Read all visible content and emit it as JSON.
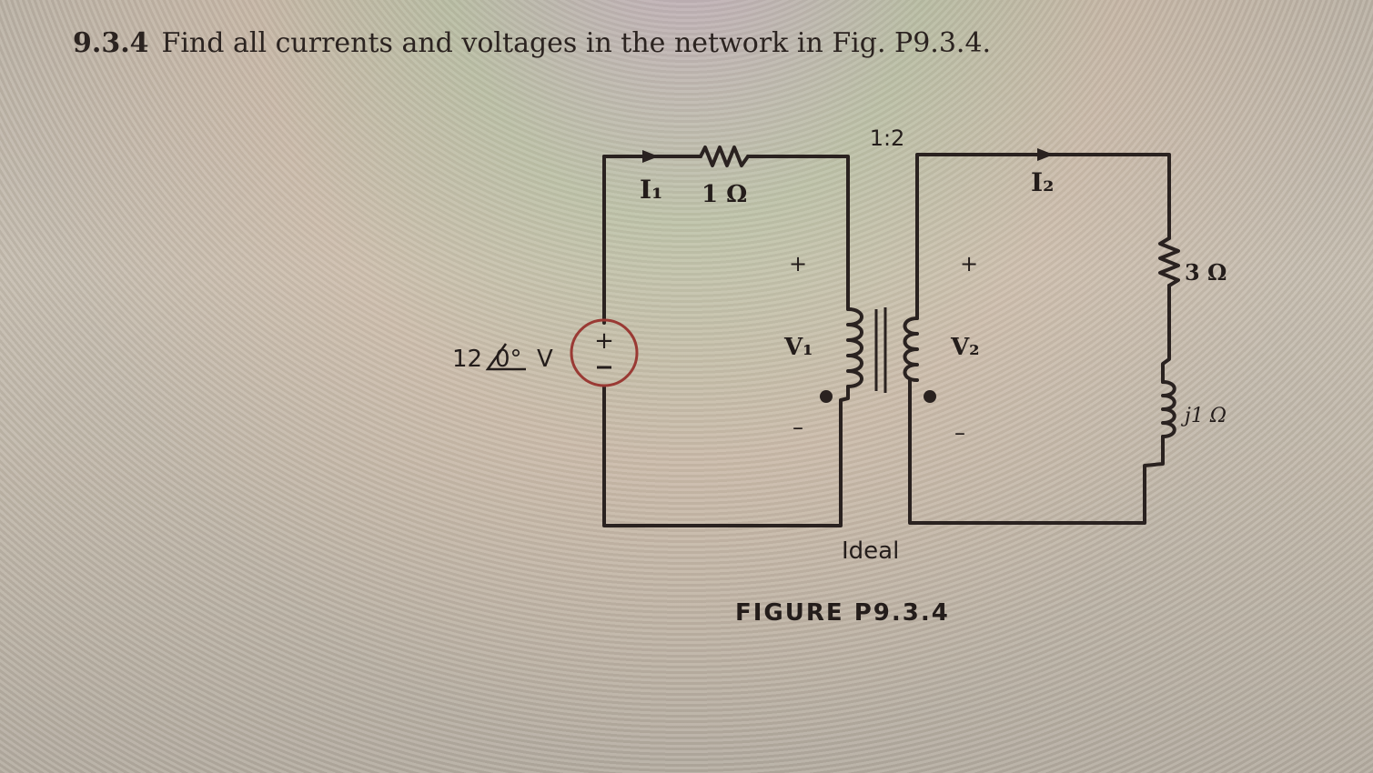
{
  "problem": {
    "number": "9.3.4",
    "text": "Find all currents and voltages in the network in Fig. P9.3.4."
  },
  "circuit": {
    "ratio": "1:2",
    "i1": "I₁",
    "r1": "1 Ω",
    "source": "12",
    "source_angle": "0°",
    "source_unit": "V",
    "plus1": "+",
    "minus1": "–",
    "v1": "V₁",
    "plus2": "+",
    "minus2": "–",
    "v2": "V₂",
    "i2": "I₂",
    "r3": "3 Ω",
    "xl": "j1 Ω",
    "ideal": "Ideal"
  },
  "figure": {
    "caption": "FIGURE P9.3.4"
  }
}
